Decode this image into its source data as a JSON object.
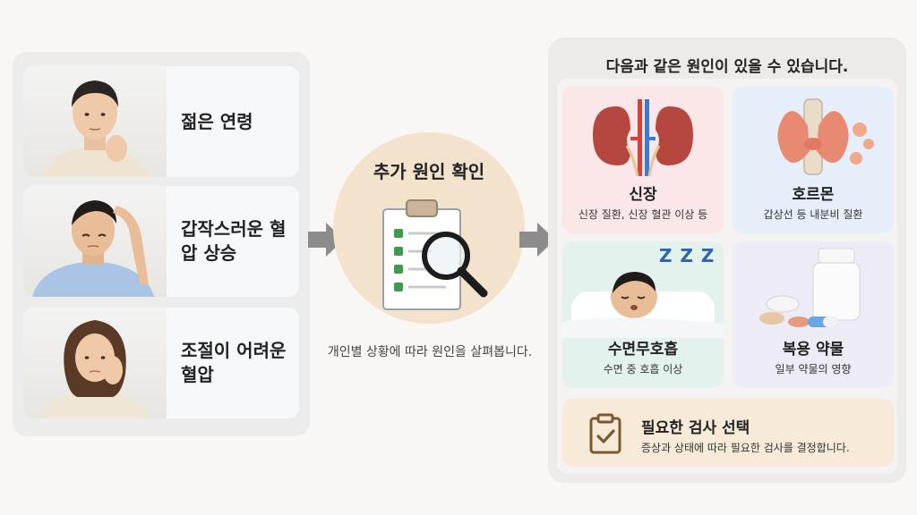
{
  "left": {
    "cases": [
      {
        "label": "젊은 연령"
      },
      {
        "label": "갑작스러운 혈압 상승"
      },
      {
        "label": "조절이 어려운 혈압"
      }
    ]
  },
  "middle": {
    "title": "추가 원인 확인",
    "caption": "개인별 상황에 따라 원인을 살펴봅니다."
  },
  "right": {
    "heading": "다음과 같은 원인이 있을 수 있습니다.",
    "causes": [
      {
        "name": "신장",
        "desc": "신장 질환, 신장 혈관 이상 등"
      },
      {
        "name": "호르몬",
        "desc": "갑상선 등 내분비 질환"
      },
      {
        "name": "수면무호흡",
        "desc": "수면 중 호흡 이상"
      },
      {
        "name": "복용 약물",
        "desc": "일부 약물의 영향"
      }
    ],
    "test": {
      "title": "필요한 검사 선택",
      "desc": "증상과 상태에 따라 필요한 검사를 결정합니다."
    }
  },
  "colors": {
    "arrow": "#8c8c8c",
    "kidney_bg": "#fbe7e7",
    "hormone_bg": "#e5eef9",
    "sleep_bg": "#e3f2ec",
    "drug_bg": "#ecebf6",
    "test_bg": "#f7ead9",
    "check_green": "#3f9a4c"
  },
  "icons": {
    "zzz": "Z Z Z"
  }
}
